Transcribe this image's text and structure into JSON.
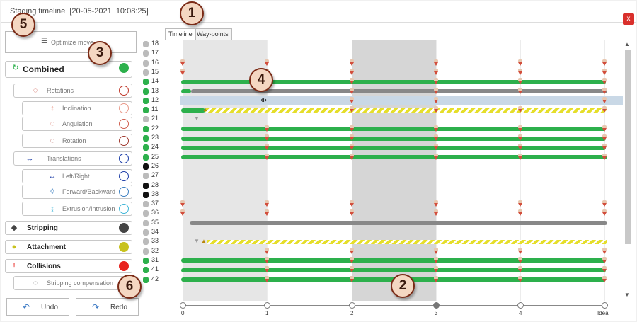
{
  "window": {
    "title": "Staging timeline  [20-05-2021  10:08:25]",
    "title_visible_prefix": "S",
    "title_rest": "Staging timeline  [20-05-2021  10:08:25]",
    "close": "x"
  },
  "optimize_label": "Optimize move",
  "movements": [
    {
      "label": "Combined",
      "bold": true,
      "color": "#2db04c",
      "filled": true
    },
    {
      "label": "Rotations",
      "color": "#c0392b"
    },
    {
      "label": "Inclination",
      "color": "#e99a8a"
    },
    {
      "label": "Angulation",
      "color": "#d06050"
    },
    {
      "label": "Rotation",
      "color": "#a03a30"
    },
    {
      "label": "Translations",
      "color": "#1a3ca8"
    },
    {
      "label": "Left/Right",
      "color": "#2140a8"
    },
    {
      "label": "Forward/Backward",
      "color": "#3d7fc0"
    },
    {
      "label": "Extrusion/Intrusion",
      "color": "#3fb6d8"
    },
    {
      "label": "Stripping",
      "bold": true,
      "color": "#444444",
      "filled": true
    },
    {
      "label": "Attachment",
      "bold": true,
      "color": "#c8c21e",
      "filled": true
    },
    {
      "label": "Collisions",
      "bold": true,
      "color": "#e8231f",
      "filled": true
    },
    {
      "label": "Stripping compensation"
    }
  ],
  "buttons": {
    "undo": "Undo",
    "redo": "Redo"
  },
  "tabs": [
    "Timeline",
    "Way-points"
  ],
  "teeth": [
    "18",
    "17",
    "16",
    "15",
    "14",
    "13",
    "12",
    "11",
    "21",
    "22",
    "23",
    "24",
    "25",
    "26",
    "27",
    "28",
    "38",
    "37",
    "36",
    "35",
    "34",
    "33",
    "32",
    "31",
    "41",
    "42"
  ],
  "axis_labels": [
    "0",
    "1",
    "2",
    "3",
    "4",
    "Ideal"
  ],
  "callouts": [
    "1",
    "2",
    "3",
    "4",
    "5",
    "6"
  ]
}
